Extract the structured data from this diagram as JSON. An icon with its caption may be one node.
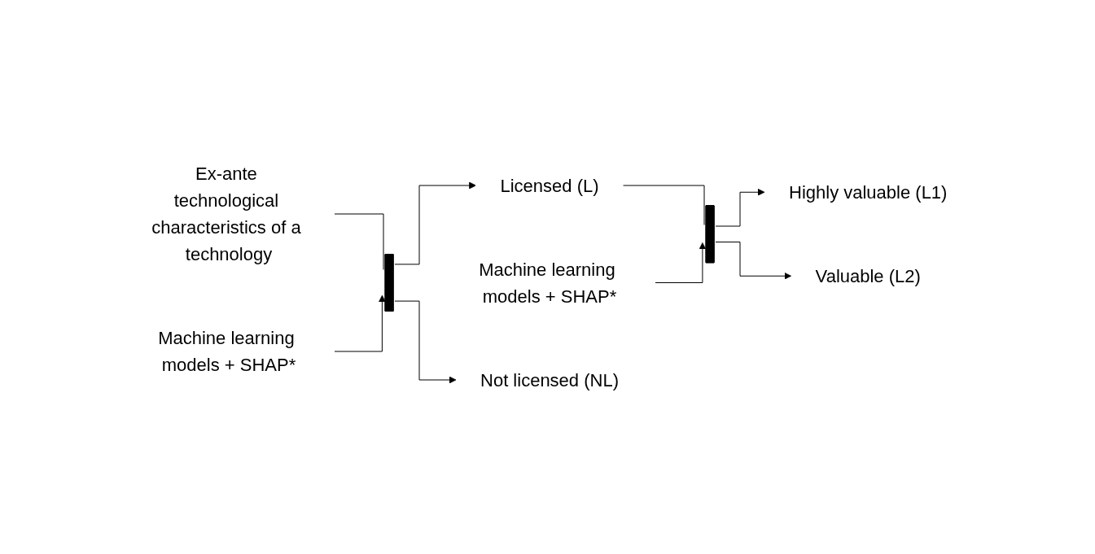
{
  "diagram": {
    "nodes": [
      {
        "text": [
          "Machine learning models + SHAP*"
        ]
      },
      {
        "text": [
          "Machine learning models + SHAP*"
        ]
      },
      {
        "text": [
          "Ex-ante technological characteristics of a technology"
        ]
      },
      {
        "text": [],
        "shape": "bar"
      },
      {
        "text": [
          "Licensed (L)"
        ]
      },
      {
        "text": [
          "Not licensed (NL)"
        ]
      },
      {
        "text": [],
        "shape": "bar"
      },
      {
        "text": [
          "Highly valuable (L1)"
        ]
      },
      {
        "text": [
          "Valuable (L2)"
        ]
      }
    ],
    "edges": [
      {
        "from": 2,
        "to": 3,
        "arrow": "none"
      },
      {
        "from": 0,
        "to": 3,
        "arrow": "to"
      },
      {
        "from": 3,
        "to": 4,
        "arrow": "to"
      },
      {
        "from": 3,
        "to": 5,
        "arrow": "to"
      },
      {
        "from": 4,
        "to": 6,
        "arrow": "none"
      },
      {
        "from": 1,
        "to": 6,
        "arrow": "to"
      },
      {
        "from": 6,
        "to": 7,
        "arrow": "to"
      },
      {
        "from": 6,
        "to": 8,
        "arrow": "to"
      }
    ]
  }
}
